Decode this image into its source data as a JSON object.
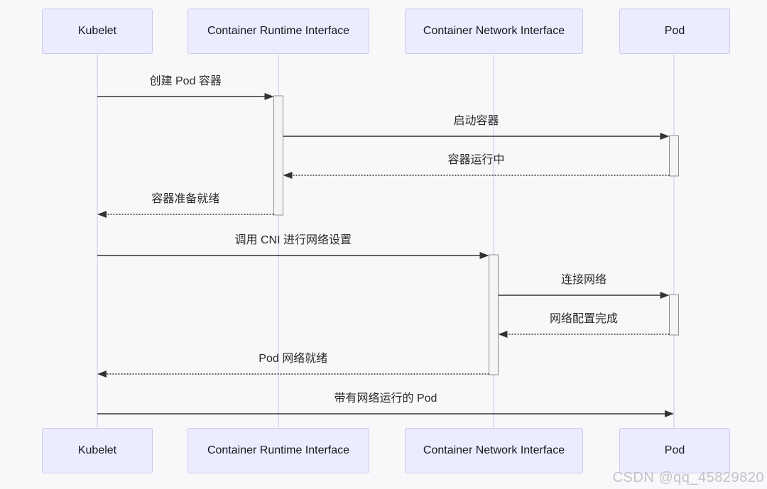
{
  "watermark": {
    "text": "CSDN @qq_45829820"
  },
  "colors": {
    "background": "#f8f8fb",
    "actor_fill": "#ECECFF",
    "actor_border": "#cdc9ee",
    "lifeline": "#c9c5ec",
    "activation_fill": "#f4f4f4",
    "activation_border": "#8f8f8f",
    "arrow": "#333333",
    "message_text": "#2a2a2a",
    "watermark_text": "#c3c2c8"
  },
  "diagram": {
    "type": "sequence",
    "actors": [
      {
        "id": "kubelet",
        "label": "Kubelet"
      },
      {
        "id": "cri",
        "label": "Container Runtime Interface"
      },
      {
        "id": "cni",
        "label": "Container Network Interface"
      },
      {
        "id": "pod",
        "label": "Pod"
      }
    ],
    "messages": [
      {
        "from": "kubelet",
        "to": "cri",
        "label": "创建 Pod 容器",
        "style": "solid"
      },
      {
        "from": "cri",
        "to": "pod",
        "label": "启动容器",
        "style": "solid"
      },
      {
        "from": "pod",
        "to": "cri",
        "label": "容器运行中",
        "style": "dashed"
      },
      {
        "from": "cri",
        "to": "kubelet",
        "label": "容器准备就绪",
        "style": "dashed"
      },
      {
        "from": "kubelet",
        "to": "cni",
        "label": "调用 CNI 进行网络设置",
        "style": "solid"
      },
      {
        "from": "cni",
        "to": "pod",
        "label": "连接网络",
        "style": "solid"
      },
      {
        "from": "pod",
        "to": "cni",
        "label": "网络配置完成",
        "style": "dashed"
      },
      {
        "from": "cni",
        "to": "kubelet",
        "label": "Pod 网络就绪",
        "style": "dashed"
      },
      {
        "from": "kubelet",
        "to": "pod",
        "label": "带有网络运行的 Pod",
        "style": "solid"
      }
    ],
    "activations": [
      {
        "actor": "cri",
        "start": 0,
        "end": 3
      },
      {
        "actor": "pod",
        "start": 1,
        "end": 2
      },
      {
        "actor": "cni",
        "start": 4,
        "end": 7
      },
      {
        "actor": "pod",
        "start": 5,
        "end": 6
      }
    ]
  }
}
